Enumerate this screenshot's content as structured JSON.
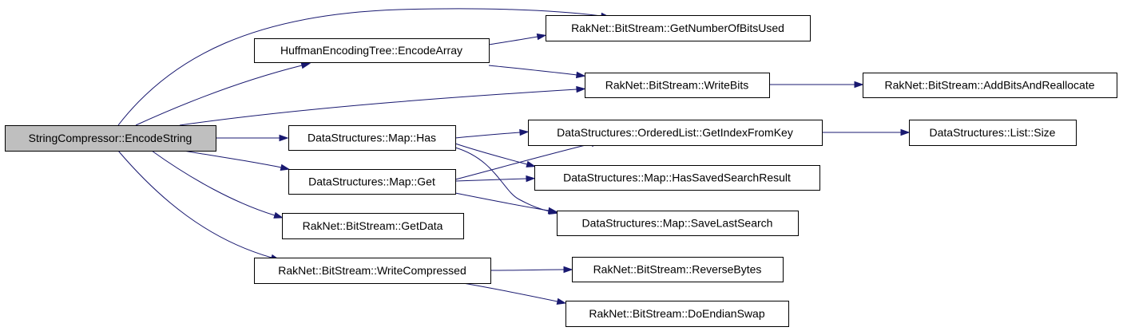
{
  "colors": {
    "root_fill": "#bfbfbf",
    "node_fill": "#ffffff",
    "border": "#000000",
    "edge": "#191970"
  },
  "nodes": [
    {
      "id": "n0",
      "label": "StringCompressor::EncodeString",
      "root": true
    },
    {
      "id": "n1",
      "label": "HuffmanEncodingTree::EncodeArray"
    },
    {
      "id": "n2",
      "label": "RakNet::BitStream::GetNumberOfBitsUsed"
    },
    {
      "id": "n3",
      "label": "RakNet::BitStream::WriteBits"
    },
    {
      "id": "n4",
      "label": "RakNet::BitStream::AddBitsAndReallocate"
    },
    {
      "id": "n5",
      "label": "DataStructures::Map::Has"
    },
    {
      "id": "n6",
      "label": "DataStructures::OrderedList::GetIndexFromKey"
    },
    {
      "id": "n7",
      "label": "DataStructures::List::Size"
    },
    {
      "id": "n8",
      "label": "DataStructures::Map::HasSavedSearchResult"
    },
    {
      "id": "n9",
      "label": "DataStructures::Map::SaveLastSearch"
    },
    {
      "id": "n10",
      "label": "DataStructures::Map::Get"
    },
    {
      "id": "n11",
      "label": "RakNet::BitStream::GetData"
    },
    {
      "id": "n12",
      "label": "RakNet::BitStream::WriteCompressed"
    },
    {
      "id": "n13",
      "label": "RakNet::BitStream::ReverseBytes"
    },
    {
      "id": "n14",
      "label": "RakNet::BitStream::DoEndianSwap"
    }
  ],
  "edges": [
    {
      "from": "n0",
      "to": "n2"
    },
    {
      "from": "n0",
      "to": "n1"
    },
    {
      "from": "n0",
      "to": "n3"
    },
    {
      "from": "n0",
      "to": "n5"
    },
    {
      "from": "n0",
      "to": "n10"
    },
    {
      "from": "n0",
      "to": "n11"
    },
    {
      "from": "n0",
      "to": "n12"
    },
    {
      "from": "n1",
      "to": "n2"
    },
    {
      "from": "n1",
      "to": "n3"
    },
    {
      "from": "n3",
      "to": "n4"
    },
    {
      "from": "n5",
      "to": "n6"
    },
    {
      "from": "n5",
      "to": "n8"
    },
    {
      "from": "n5",
      "to": "n9"
    },
    {
      "from": "n6",
      "to": "n7"
    },
    {
      "from": "n10",
      "to": "n6"
    },
    {
      "from": "n10",
      "to": "n8"
    },
    {
      "from": "n10",
      "to": "n9"
    },
    {
      "from": "n12",
      "to": "n13"
    },
    {
      "from": "n12",
      "to": "n14"
    }
  ]
}
